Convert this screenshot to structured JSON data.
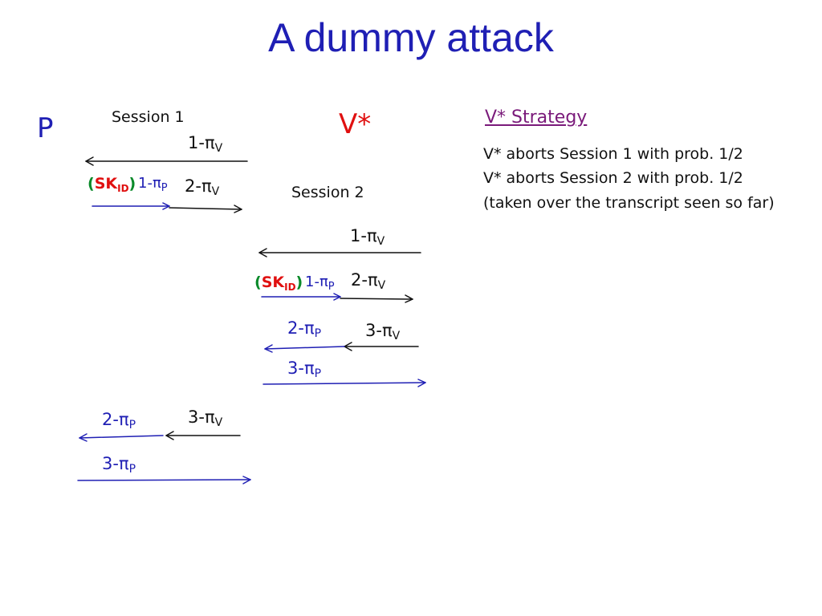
{
  "slide": {
    "title": "A dummy attack",
    "prover_label": "P",
    "verifier_label": "V*",
    "session1_label": "Session 1",
    "session2_label": "Session 2",
    "msg_1piV": "1-π",
    "msg_2piV": "2-π",
    "msg_3piV": "3-π",
    "msg_1piP": "1-π",
    "msg_2piP": "2-π",
    "msg_3piP": "3-π",
    "sub_V": "V",
    "sub_P": "P",
    "sk_open": "(",
    "sk_text": "SK",
    "sk_sub": "ID",
    "sk_close": ")",
    "strategy_heading": "V* Strategy",
    "strategy_lines": [
      "V* aborts Session 1 with prob. 1/2",
      "V* aborts Session 2 with prob. 1/2",
      "(taken over the transcript seen so far)"
    ]
  },
  "colors": {
    "title": "#1f1fb4",
    "prover": "#1f1fb4",
    "verifier": "#e01010",
    "prover_message": "#1f1fb4",
    "verifier_message": "#111111",
    "secret_key": "#e01010",
    "secret_key_paren": "#0a8a2a",
    "strategy_heading": "#7a1a7a"
  }
}
